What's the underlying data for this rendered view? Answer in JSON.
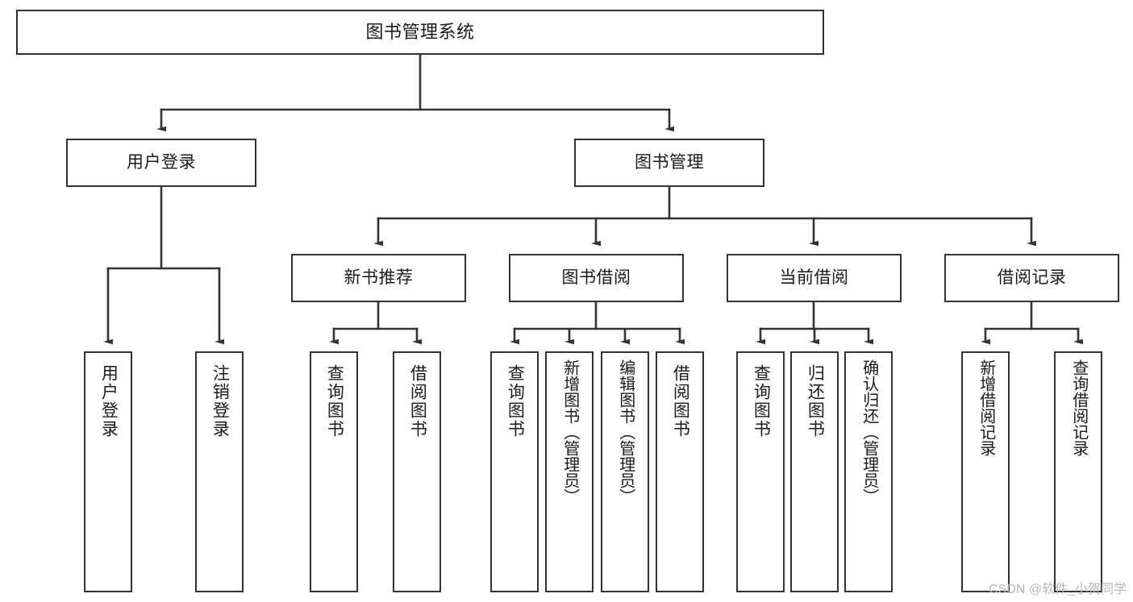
{
  "diagram": {
    "title": "图书管理系统",
    "type": "tree-hierarchy",
    "orientation": "top-down",
    "line_color": "#333333",
    "box_fill": "#ffffff",
    "text_color": "#1a1a1a",
    "watermark": "CSDN @软件_小贺同学"
  },
  "nodes": {
    "root": {
      "label": "图书管理系统"
    },
    "level2": [
      {
        "id": "user-login",
        "label": "用户登录"
      },
      {
        "id": "book-management",
        "label": "图书管理"
      }
    ],
    "level3": [
      {
        "id": "new-book-recommend",
        "label": "新书推荐"
      },
      {
        "id": "book-borrow",
        "label": "图书借阅"
      },
      {
        "id": "current-borrow",
        "label": "当前借阅"
      },
      {
        "id": "borrow-record",
        "label": "借阅记录"
      }
    ],
    "leaves": {
      "user_login": [
        {
          "id": "leaf-user-login",
          "label": "用户登录"
        },
        {
          "id": "leaf-logout-login",
          "label": "注销登录"
        }
      ],
      "new_book_recommend": [
        {
          "id": "leaf-query-book-1",
          "label": "查询图书"
        },
        {
          "id": "leaf-borrow-book-1",
          "label": "借阅图书"
        }
      ],
      "book_borrow": [
        {
          "id": "leaf-query-book-2",
          "label": "查询图书"
        },
        {
          "id": "leaf-add-book",
          "label": "新增图书（管理员）"
        },
        {
          "id": "leaf-edit-book",
          "label": "编辑图书（管理员）"
        },
        {
          "id": "leaf-borrow-book-2",
          "label": "借阅图书"
        }
      ],
      "current_borrow": [
        {
          "id": "leaf-query-book-3",
          "label": "查询图书"
        },
        {
          "id": "leaf-return-book",
          "label": "归还图书"
        },
        {
          "id": "leaf-confirm-return",
          "label": "确认归还（管理员）"
        }
      ],
      "borrow_record": [
        {
          "id": "leaf-add-record",
          "label": "新增借阅记录"
        },
        {
          "id": "leaf-query-record",
          "label": "查询借阅记录"
        }
      ]
    }
  }
}
